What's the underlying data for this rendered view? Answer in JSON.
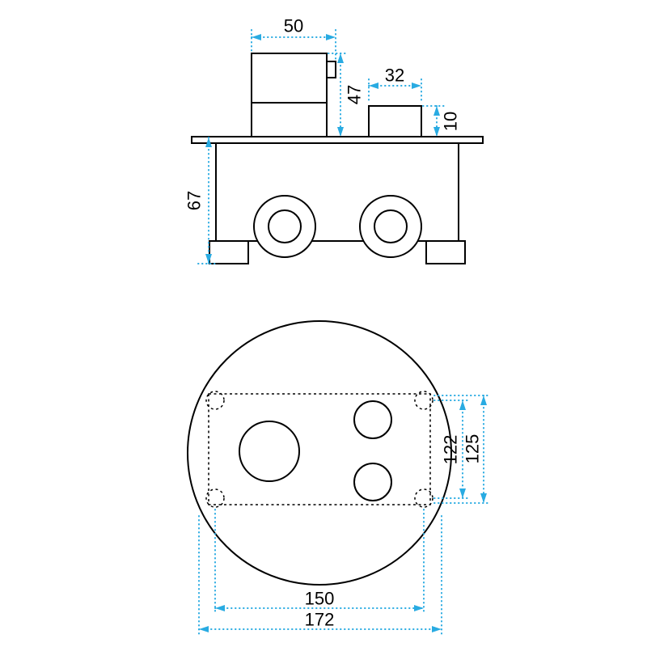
{
  "colors": {
    "dimension": "#29ABE2",
    "outline": "#000000",
    "background": "#FFFFFF"
  },
  "dimensions": {
    "side_view": {
      "body_width": "50",
      "body_height": "47",
      "spout_width": "32",
      "spout_height": "10",
      "housing_depth": "67"
    },
    "face_view": {
      "vertical_outer": "125",
      "vertical_inner": "122",
      "hole_spacing_width": "150",
      "overall_width": "172"
    }
  }
}
